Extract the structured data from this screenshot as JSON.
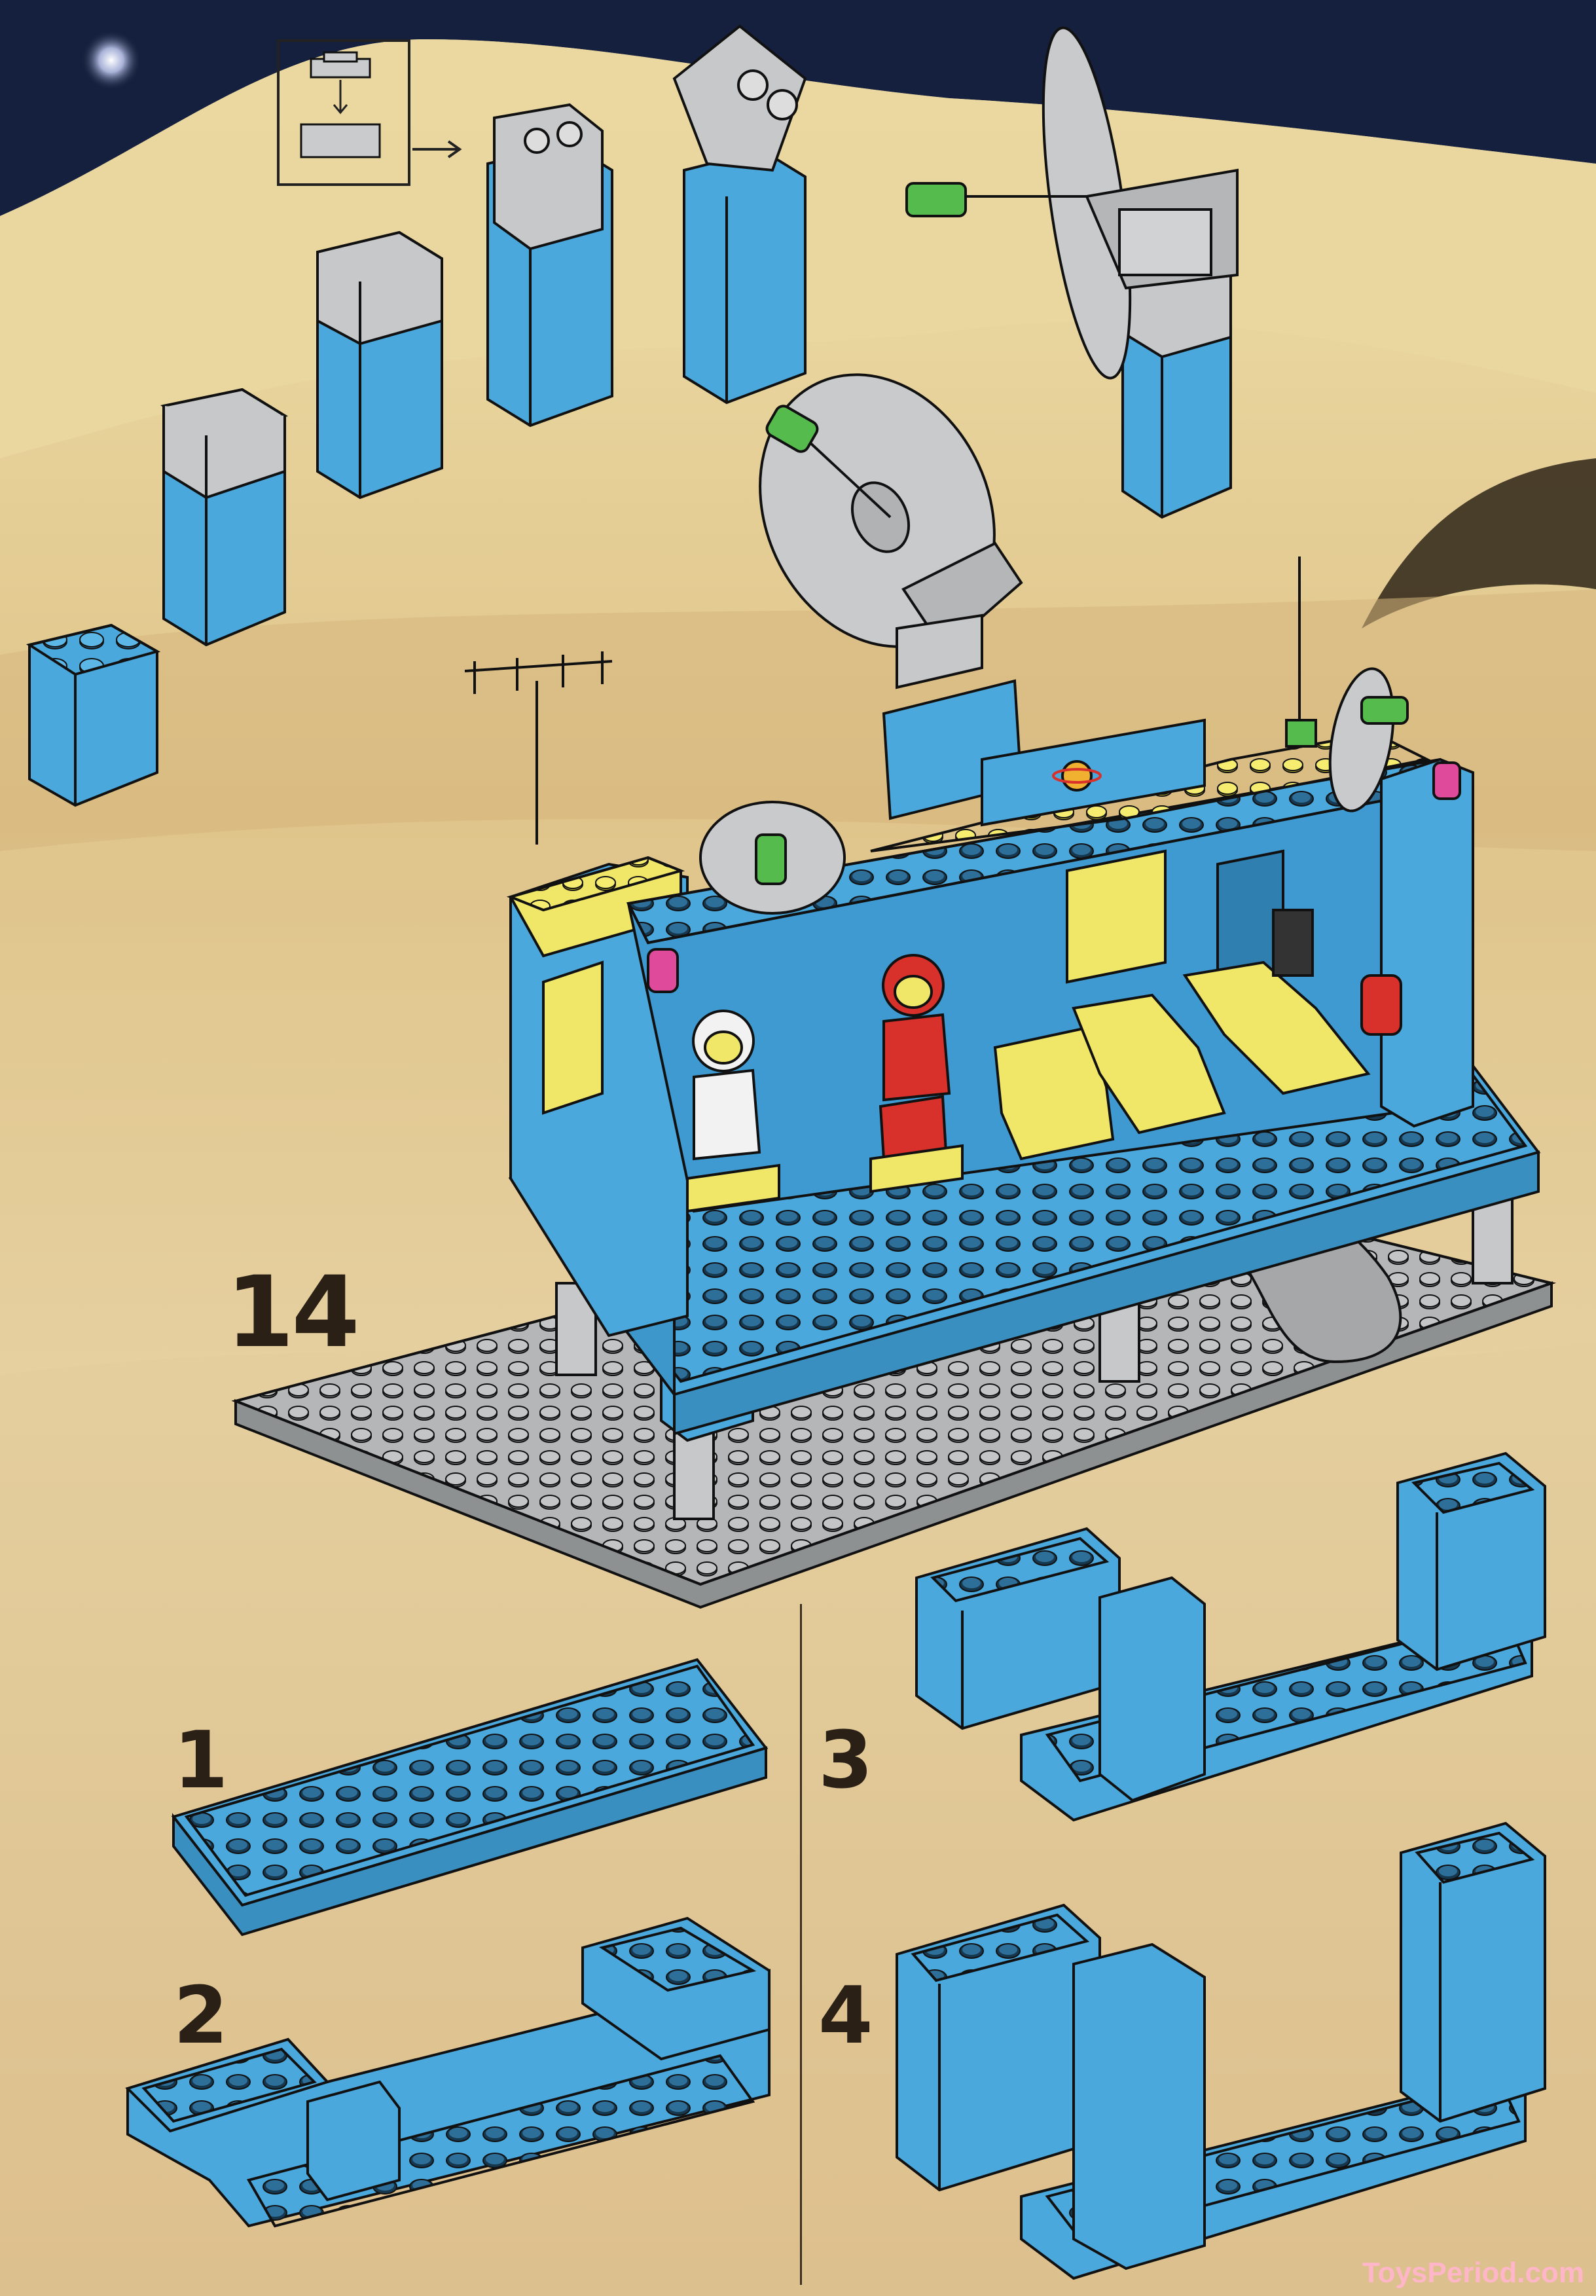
{
  "steps": {
    "main": "14",
    "s1": "1",
    "s2": "2",
    "s3": "3",
    "s4": "4"
  },
  "watermark": "ToysPeriod.com",
  "colors": {
    "sky": "#16213f",
    "sand_light": "#e9d7a0",
    "sand_dark": "#c49a55",
    "brick_blue": "#4aa8dc",
    "brick_blue_dark": "#1f5f86",
    "baseplate_gray": "#b4b6b7",
    "part_gray": "#c6c8c9",
    "yellow": "#f0e668",
    "red": "#d8302a",
    "green": "#55bb4c",
    "outline": "#111111"
  },
  "icons": [
    "satellite-dish-icon",
    "antenna-icon",
    "space-logo-icon",
    "minifigure-icon",
    "arrow-right-icon",
    "arrow-down-icon"
  ]
}
